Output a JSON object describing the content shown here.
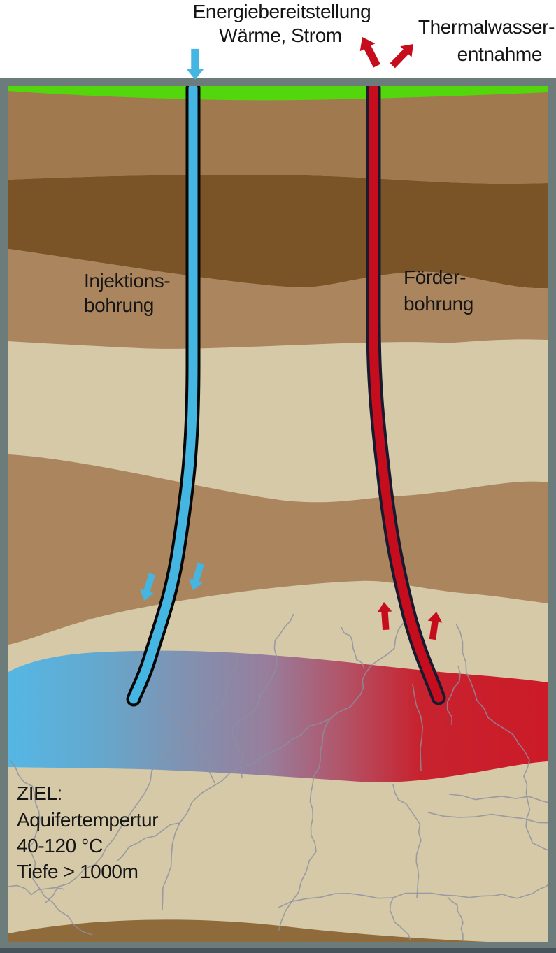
{
  "header": {
    "energy_line1": "Energiebereitstellung",
    "energy_line2": "Wärme, Strom",
    "thermal_line1": "Thermalwasser-",
    "thermal_line2": "entnahme"
  },
  "wells": {
    "injection_label_line1": "Injektions-",
    "injection_label_line2": "bohrung",
    "production_label_line1": "Förder-",
    "production_label_line2": "bohrung"
  },
  "goal": {
    "line1": "ZIEL:",
    "line2": "Aquifertempertur",
    "line3": "40-120 °C",
    "line4": "Tiefe > 1000m"
  },
  "icons": {
    "energy_input_arrow": "down-arrow-cyan",
    "thermal_extraction_arrow_left": "up-left-arrow-red",
    "thermal_extraction_arrow_right": "up-right-arrow-red",
    "injection_flow_arrows": "down-arrows-cyan",
    "production_flow_arrows": "up-arrows-red"
  },
  "colors": {
    "frame": "#6b7c7a",
    "frame_dark": "#46535a",
    "grass": "#53d60c",
    "soil_top": "#a1794f",
    "soil_dark": "#7a5426",
    "soil_medium": "#aa855e",
    "sand": "#d6c9a8",
    "soil_bottom": "#8f6a3a",
    "pipe_cold": "#45b5e2",
    "pipe_cold_outline": "#070707",
    "pipe_hot": "#c60d1d",
    "pipe_hot_outline": "#181a30",
    "crack": "#8b90a0",
    "text": "#151515",
    "aquifer": {
      "s0": "#55b7e4",
      "s1": "#63a9cf",
      "s2": "#8390af",
      "s3": "#977e9c",
      "s4": "#b25468",
      "s5": "#c7232f",
      "s6": "#cc1a28"
    }
  }
}
